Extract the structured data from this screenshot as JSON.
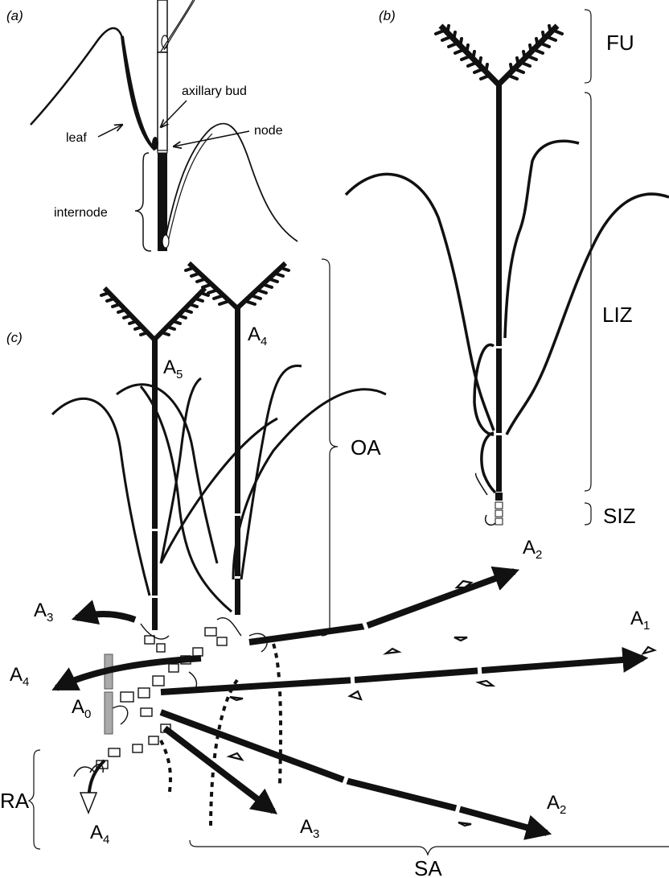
{
  "panels": {
    "a": {
      "label": "(a)",
      "annotations": {
        "leaf": "leaf",
        "axillary_bud": "axillary bud",
        "node": "node",
        "internode": "internode"
      }
    },
    "b": {
      "label": "(b)",
      "zones": {
        "fu": "FU",
        "liz": "LIZ",
        "siz": "SIZ"
      }
    },
    "c": {
      "label": "(c)",
      "groups": {
        "oa": "OA",
        "ra": "RA",
        "sa": "SA"
      },
      "axes": {
        "a0": {
          "base": "A",
          "sub": "0"
        },
        "a1": {
          "base": "A",
          "sub": "1"
        },
        "a2_upper": {
          "base": "A",
          "sub": "2"
        },
        "a2_lower": {
          "base": "A",
          "sub": "2"
        },
        "a3_left": {
          "base": "A",
          "sub": "3"
        },
        "a3_lower": {
          "base": "A",
          "sub": "3"
        },
        "a4_left": {
          "base": "A",
          "sub": "4"
        },
        "a4_upright": {
          "base": "A",
          "sub": "4"
        },
        "a4_root": {
          "base": "A",
          "sub": "4"
        },
        "a5": {
          "base": "A",
          "sub": "5"
        }
      }
    }
  },
  "colors": {
    "ink": "#111111",
    "grey_marker": "#aaaaaa",
    "background": "#ffffff"
  }
}
